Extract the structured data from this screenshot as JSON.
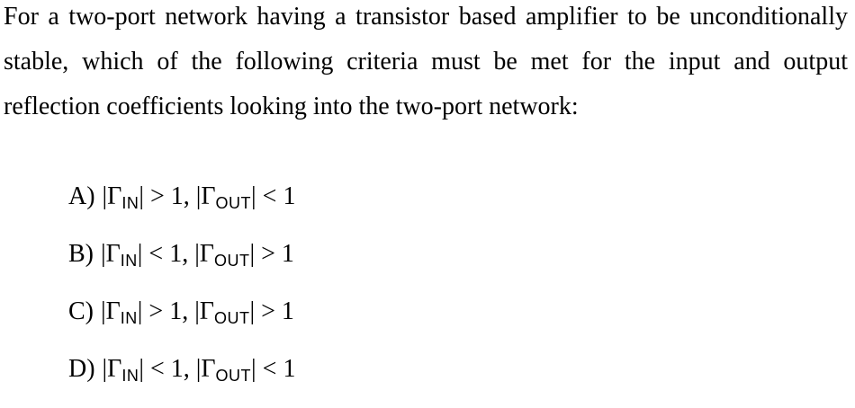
{
  "question": {
    "lines": [
      "For a two-port network having a transistor based amplifier to be unconditionally",
      "stable, which of the following criteria must be met for the input and output",
      "reflection coefficients looking into the two-port network:"
    ]
  },
  "options": [
    {
      "label": "A)",
      "in_pre": "|Γ",
      "in_sub": "IN",
      "in_rel": "| > 1, ",
      "out_pre": "|Γ",
      "out_sub": "OUT",
      "out_rel": "| < 1"
    },
    {
      "label": "B)",
      "in_pre": "|Γ",
      "in_sub": "IN",
      "in_rel": "| < 1, ",
      "out_pre": "|Γ",
      "out_sub": "OUT",
      "out_rel": "| > 1"
    },
    {
      "label": "C)",
      "in_pre": "|Γ",
      "in_sub": "IN",
      "in_rel": "| > 1, ",
      "out_pre": "|Γ",
      "out_sub": "OUT",
      "out_rel": "| > 1"
    },
    {
      "label": "D)",
      "in_pre": "|Γ",
      "in_sub": "IN",
      "in_rel": "| < 1, ",
      "out_pre": "|Γ",
      "out_sub": "OUT",
      "out_rel": "| < 1"
    }
  ]
}
